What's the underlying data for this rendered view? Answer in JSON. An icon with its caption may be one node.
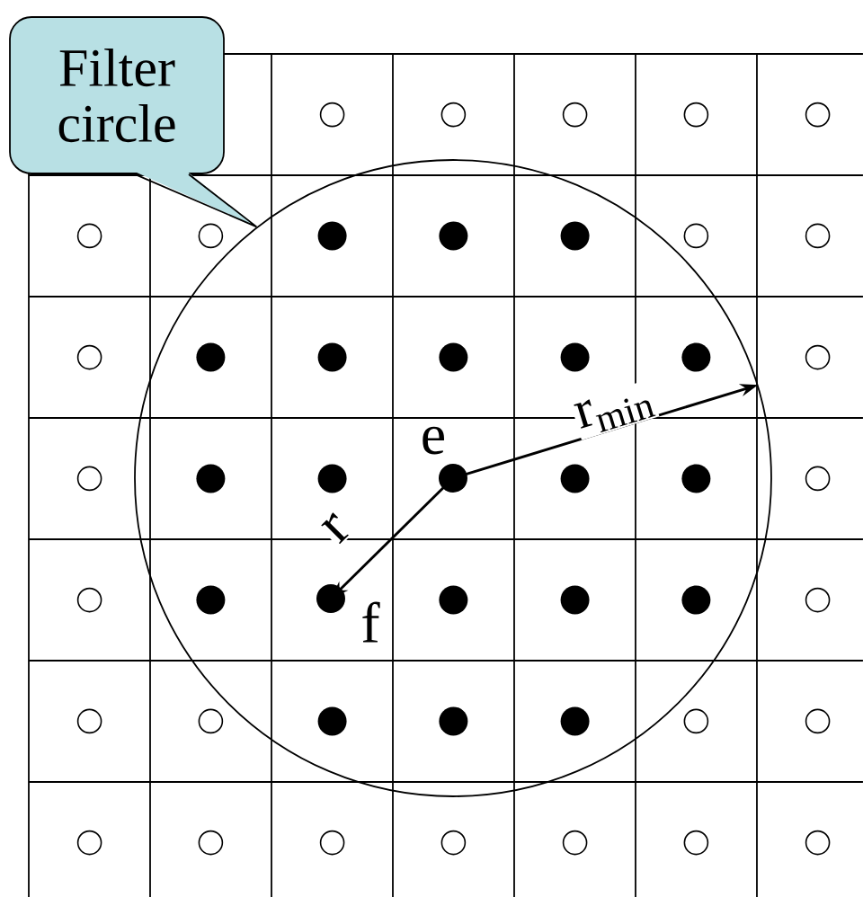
{
  "diagram": {
    "nodes": [
      {
        "text": [
          "Filter circle"
        ]
      },
      {
        "text": [],
        "shape": "circle"
      },
      {
        "text": [],
        "shape": "circle",
        "beside": [
          "e"
        ],
        "in": 1
      },
      {
        "text": [],
        "shape": "circle",
        "beside": [
          "f"
        ],
        "in": 1
      }
    ],
    "edges": [
      {
        "from": 0,
        "to": 1,
        "arrow": "none"
      },
      {
        "from": 2,
        "to": 1,
        "arrow": "to",
        "label": "r$_{min}$"
      },
      {
        "from": 2,
        "to": 3,
        "arrow": "to",
        "label": "r"
      }
    ]
  }
}
